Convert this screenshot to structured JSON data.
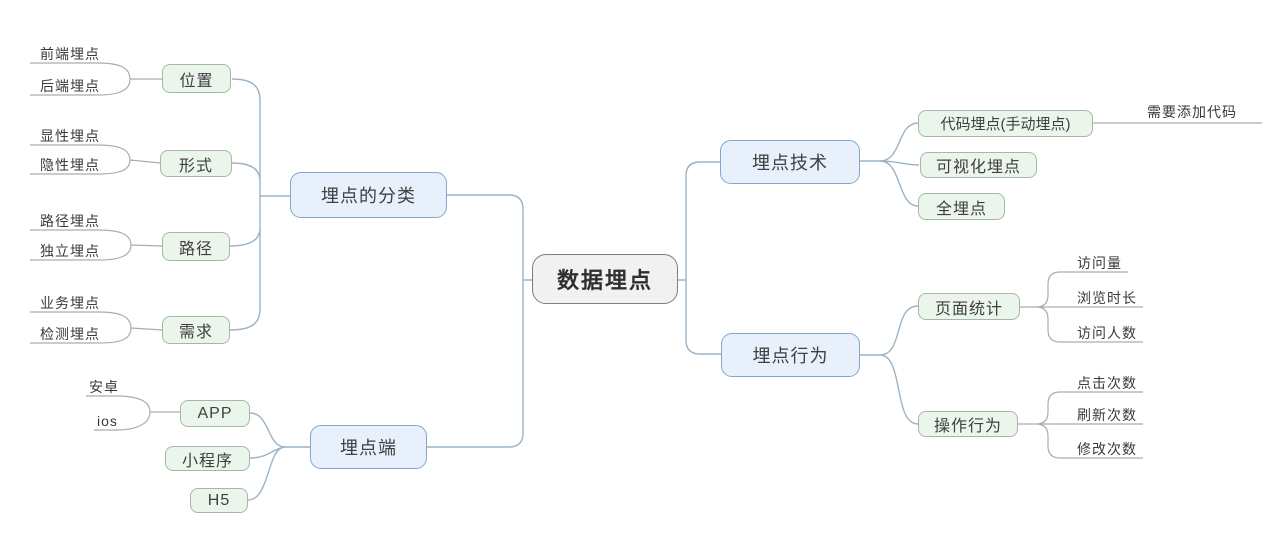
{
  "root": {
    "label": "数据埋点"
  },
  "branches": [
    {
      "id": "classification",
      "label": "埋点的分类",
      "children": [
        {
          "label": "位置",
          "leaves": [
            "前端埋点",
            "后端埋点"
          ]
        },
        {
          "label": "形式",
          "leaves": [
            "显性埋点",
            "隐性埋点"
          ]
        },
        {
          "label": "路径",
          "leaves": [
            "路径埋点",
            "独立埋点"
          ]
        },
        {
          "label": "需求",
          "leaves": [
            "业务埋点",
            "检测埋点"
          ]
        }
      ]
    },
    {
      "id": "client",
      "label": "埋点端",
      "children": [
        {
          "label": "APP",
          "leaves": [
            "安卓",
            "ios"
          ]
        },
        {
          "label": "小程序",
          "leaves": []
        },
        {
          "label": "H5",
          "leaves": []
        }
      ]
    },
    {
      "id": "technique",
      "label": "埋点技术",
      "children": [
        {
          "label": "代码埋点(手动埋点)",
          "note": "需要添加代码"
        },
        {
          "label": "可视化埋点"
        },
        {
          "label": "全埋点"
        }
      ]
    },
    {
      "id": "behavior",
      "label": "埋点行为",
      "children": [
        {
          "label": "页面统计",
          "leaves": [
            "访问量",
            "浏览时长",
            "访问人数"
          ]
        },
        {
          "label": "操作行为",
          "leaves": [
            "点击次数",
            "刷新次数",
            "修改次数"
          ]
        }
      ]
    }
  ],
  "colors": {
    "root_bg": "#f1f1f1",
    "root_border": "#7e7e7e",
    "level1_bg": "#e8f1fb",
    "level1_border": "#84a6cd",
    "level2_bg": "#ecf5ec",
    "level2_border": "#a2bba0",
    "connector": "#9cb3c4",
    "leaf_line": "#a9aeaa",
    "text": "#3f3f3f"
  }
}
